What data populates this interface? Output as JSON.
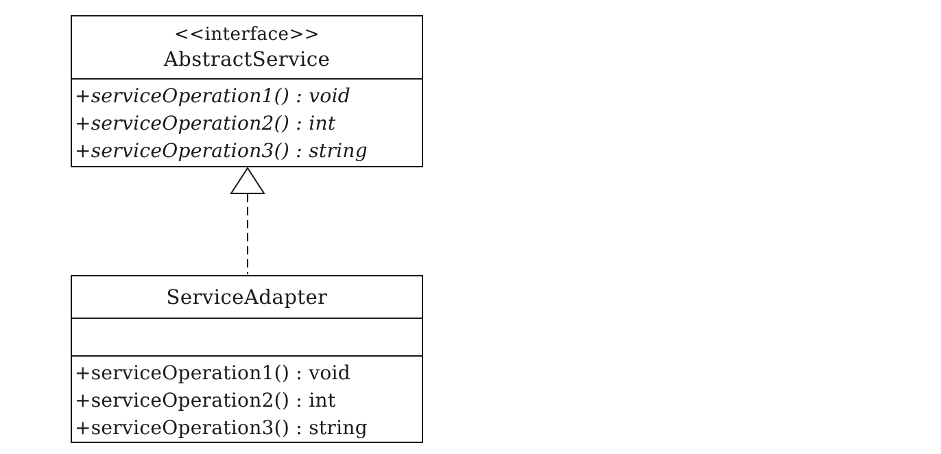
{
  "interface_class": {
    "stereotype": "<<interface>>",
    "name": "AbstractService",
    "operations": [
      "+serviceOperation1() : void",
      "+serviceOperation2() : int",
      "+serviceOperation3() : string"
    ]
  },
  "adapter_class": {
    "name": "ServiceAdapter",
    "attributes": [],
    "operations": [
      "+serviceOperation1() : void",
      "+serviceOperation2() : int",
      "+serviceOperation3() : string"
    ]
  },
  "relationship": {
    "type": "realization",
    "from": "ServiceAdapter",
    "to": "AbstractService"
  },
  "colors": {
    "line": "#1a1a1a",
    "background": "#ffffff"
  }
}
